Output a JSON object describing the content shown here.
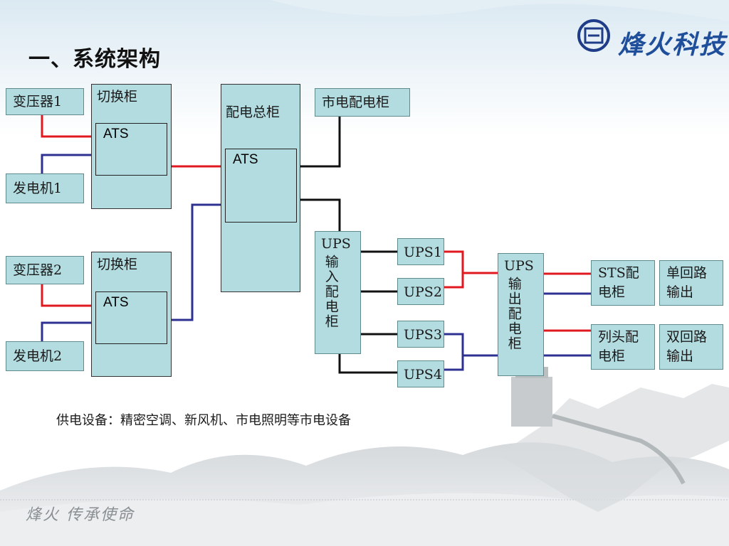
{
  "title": "一、系统架构",
  "logo_text": "烽火科技",
  "slogan": "烽火 传承使命",
  "boxes": {
    "transformer1": "变压器1",
    "generator1": "发电机1",
    "transformer2": "变压器2",
    "generator2": "发电机2",
    "switch_cabinet1": "切换柜",
    "switch_cabinet2": "切换柜",
    "ats1": "ATS",
    "ats2": "ATS",
    "main_dist": "配电总柜",
    "ats_main": "ATS",
    "city_power": "市电配电柜",
    "ups_in_line1": "UPS",
    "ups_in_line2": "输入配电柜",
    "ups1": "UPS1",
    "ups2": "UPS2",
    "ups3": "UPS3",
    "ups4": "UPS4",
    "ups_out_line1": "UPS",
    "ups_out_line2": "输出配电柜",
    "sts_line1": "STS配",
    "sts_line2": "电柜",
    "col_line1": "列头配",
    "col_line2": "电柜",
    "single_line1": "单回路",
    "single_line2": "输出",
    "dual_line1": "双回路",
    "dual_line2": "输出"
  },
  "footnote": "供电设备：精密空调、新风机、市电照明等市电设备",
  "colors": {
    "box_fill": "#b3dce0",
    "red_wire": "#e0181f",
    "blue_wire": "#2e3192",
    "black_wire": "#111111"
  }
}
